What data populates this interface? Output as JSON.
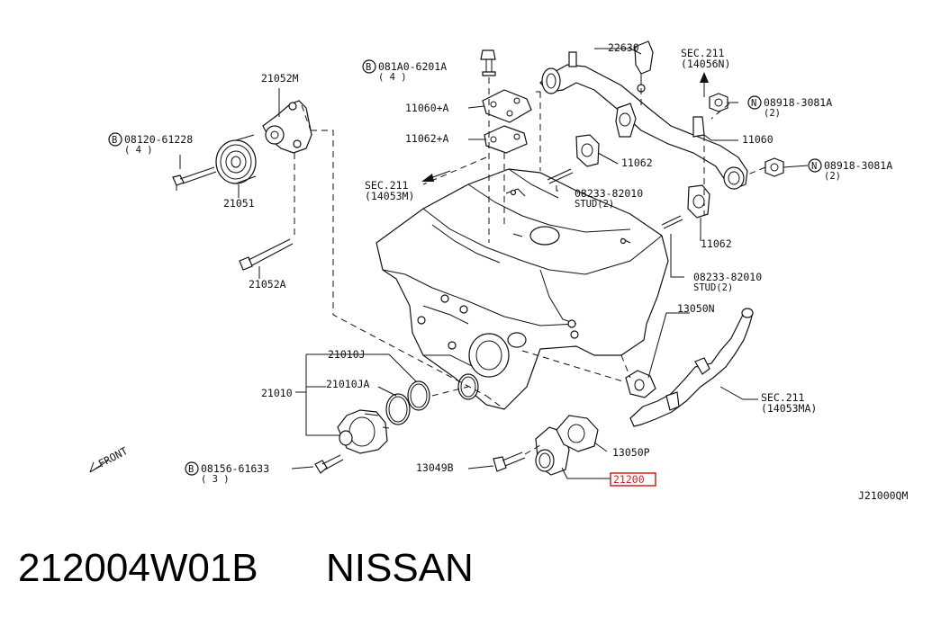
{
  "diagram_code": "J21000QM",
  "part_number": "212004W01B",
  "brand": "NISSAN",
  "front_label": "FRONT",
  "highlighted_part": "21200",
  "labels": {
    "p22630": "22630",
    "sec211_14056n_a": "SEC.211",
    "sec211_14056n_b": "(14056N)",
    "bolt_081a0": "081A0-6201A",
    "bolt_081a0_qty": "( 4 )",
    "p21052m": "21052M",
    "p11060a": "11060+A",
    "p11062a": "11062+A",
    "nut_a": "08918-3081A",
    "nut_a_qty": "(2)",
    "p11060": "11060",
    "bolt_08120": "08120-61228",
    "bolt_08120_qty": "( 4 )",
    "p11062_top": "11062",
    "nut_b": "08918-3081A",
    "nut_b_qty": "(2)",
    "sec211_14053m_a": "SEC.211",
    "sec211_14053m_b": "(14053M)",
    "stud_a": "08233-82010",
    "stud_a_qty": "STUD(2)",
    "p21051": "21051",
    "p11062_mid": "11062",
    "p21052a": "21052A",
    "stud_b": "08233-82010",
    "stud_b_qty": "STUD(2)",
    "p13050n": "13050N",
    "p21010j": "21010J",
    "p21010ja": "21010JA",
    "p21010": "21010",
    "sec211_14053ma_a": "SEC.211",
    "sec211_14053ma_b": "(14053MA)",
    "p13050p": "13050P",
    "bolt_08156": "08156-61633",
    "bolt_08156_qty": "( 3 )",
    "p13049b": "13049B",
    "bolt_symbol": "B",
    "nut_symbol": "N"
  },
  "colors": {
    "highlight": "#d42020",
    "ink": "#111111"
  }
}
